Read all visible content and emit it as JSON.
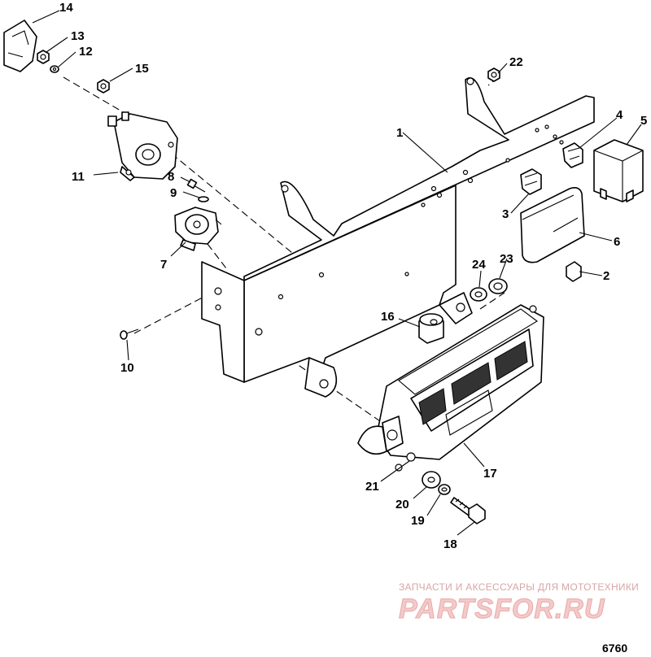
{
  "diagram": {
    "callouts": [
      "1",
      "2",
      "3",
      "4",
      "5",
      "6",
      "7",
      "8",
      "9",
      "10",
      "11",
      "12",
      "13",
      "14",
      "15",
      "16",
      "17",
      "18",
      "19",
      "20",
      "21",
      "22",
      "23",
      "24"
    ],
    "figure_number": "6760"
  },
  "watermark": {
    "tagline": "ЗАПЧАСТИ И АКСЕССУАРЫ ДЛЯ МОТОТЕХНИКИ",
    "brand": "PARTSFOR.RU"
  }
}
